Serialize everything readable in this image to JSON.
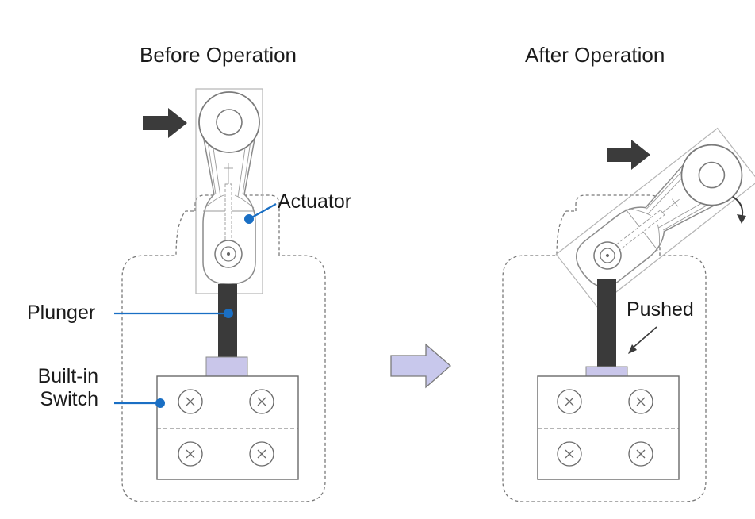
{
  "before": {
    "title": "Before Operation",
    "labels": {
      "actuator": "Actuator",
      "plunger": "Plunger",
      "switch_line1": "Built-in",
      "switch_line2": "Switch"
    }
  },
  "after": {
    "title": "After Operation",
    "labels": {
      "pushed": "Pushed"
    }
  },
  "colors": {
    "callout_blue": "#1a6fc4",
    "arrow_dark": "#3b3b3b",
    "plunger_dark": "#3a3a3a",
    "contact_lavender": "#c9c6ea",
    "transition_arrow_fill": "#c8c8ec",
    "outline_grey": "#9a9a9a",
    "dashed_grey": "#7a7a7a"
  },
  "icons": {
    "screw": "circle-x-icon",
    "force": "right-arrow-icon",
    "rotation": "curved-arrow-icon"
  }
}
